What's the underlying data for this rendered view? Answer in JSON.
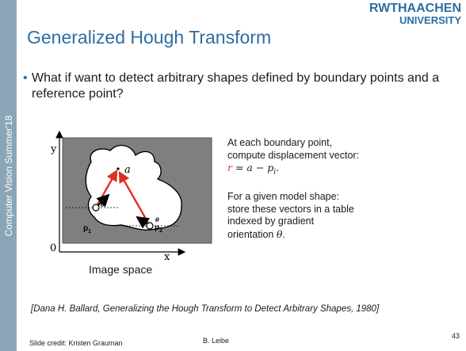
{
  "sidebar": {
    "text": "Computer Vision Summer'18"
  },
  "logo": {
    "line1": "RWTHAACHEN",
    "line2": "UNIVERSITY",
    "color": "#2d6da3"
  },
  "title": "Generalized Hough Transform",
  "bullet": {
    "marker": "•",
    "text": "What if want to detect arbitrary shapes defined by boundary points and a reference point?"
  },
  "figure": {
    "y_axis": "y",
    "x_axis": "x",
    "origin": "0",
    "reference_label": "a",
    "theta_label": "θ",
    "p1_label": "p",
    "p1_sub": "1",
    "p2_label": "p",
    "p2_sub": "2",
    "caption": "Image space"
  },
  "side_text": {
    "line1": "At each boundary point,",
    "line2": "compute displacement vector:",
    "formula_r": "r",
    "formula_rest": " = a − p",
    "formula_sub": "i",
    "formula_end": ".",
    "para2_line1": "For a given model shape:",
    "para2_line2": "store these vectors in a table",
    "para2_line3": "indexed by gradient",
    "para2_line4": "orientation ",
    "para2_theta": "θ",
    "para2_end": "."
  },
  "citation": "[Dana H. Ballard, Generalizing the Hough Transform to Detect Arbitrary Shapes, 1980]",
  "footer": {
    "credit": "Slide credit: Kristen Grauman",
    "author": "B. Leibe",
    "page": "43"
  },
  "colors": {
    "accent": "#2d6da3",
    "sidebar": "#8aa5b8",
    "arrow_red": "#e0301e",
    "image_gray": "#7f7f7f"
  }
}
